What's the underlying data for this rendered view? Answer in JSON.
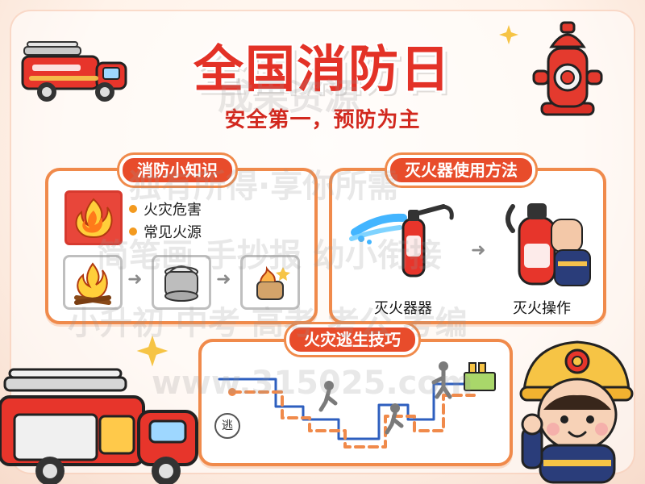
{
  "title": "全国消防日",
  "subtitle": "安全第一，预防为主",
  "sections": {
    "knowledge": {
      "tag": "消防小知识",
      "bullets": [
        "火灾危害",
        "常见火源"
      ]
    },
    "extinguisher": {
      "tag": "灭火器使用方法",
      "labels": [
        "灭火器器",
        "灭火操作"
      ]
    },
    "escape": {
      "tag": "火灾逃生技巧",
      "exit_char": "逃"
    }
  },
  "watermarks": [
    "成果资源",
    "独有所得·享你所需",
    "简笔画 手抄报 幼小衔接",
    "小升初 中考 高考 考公 考编",
    "www.315025.com"
  ],
  "colors": {
    "accent_red": "#e33227",
    "panel_orange": "#f08a4b",
    "tag_red": "#e84c2b"
  }
}
